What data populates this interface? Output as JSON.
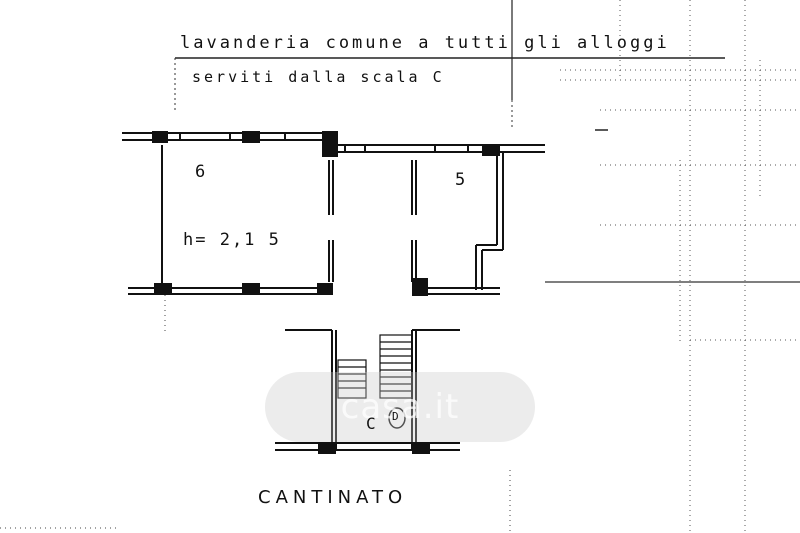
{
  "header": {
    "line1": "lavanderia comune a tutti gli alloggi",
    "line2": "serviti dalla scala C"
  },
  "rooms": {
    "room_6": "6",
    "room_5": "5",
    "height": "h= 2,1 5"
  },
  "stair": {
    "label": "C",
    "marker": "D"
  },
  "floor": {
    "name": "CANTINATO"
  },
  "watermark": {
    "text": "casa.it"
  },
  "colors": {
    "ink": "#111111",
    "background": "#ffffff",
    "grid": "#555555"
  }
}
